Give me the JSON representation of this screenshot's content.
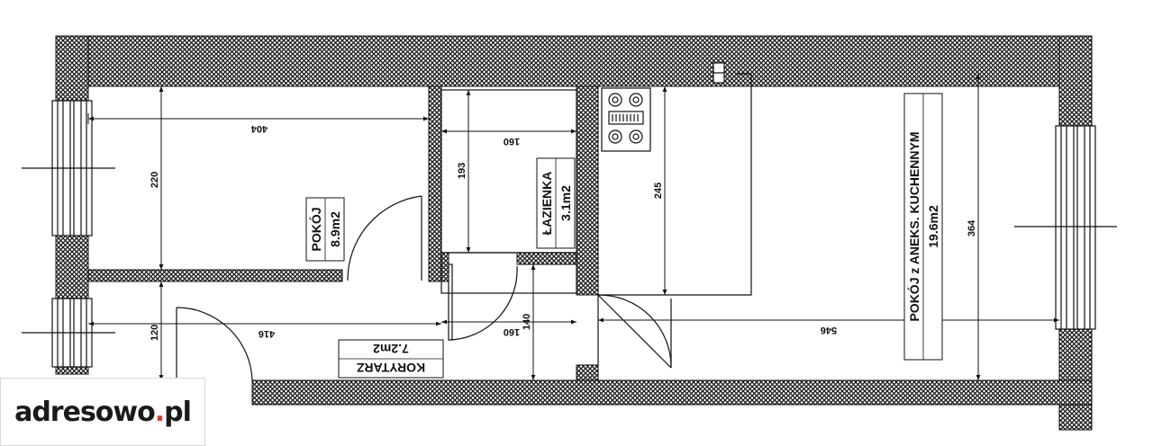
{
  "dimensions": {
    "pokoj_width": "404",
    "pokoj_height": "220",
    "lazienka_width": "160",
    "lazienka_height": "193",
    "kitchen_height": "245",
    "main_room_width": "546",
    "main_room_height": "364",
    "korytarz_width": "416",
    "korytarz_height": "120",
    "passage_width": "160",
    "passage_height": "140"
  },
  "rooms": {
    "pokoj": {
      "name": "POKÓJ",
      "area": "8.9m2"
    },
    "lazienka": {
      "name": "ŁAZIENKA",
      "area": "3.1m2"
    },
    "main": {
      "name": "POKÓJ z ANEKS. KUCHENNYM",
      "area": "19.6m2"
    },
    "korytarz": {
      "name": "KORYTARZ",
      "area": "7.2m2"
    }
  },
  "logo": {
    "brand": "adresowo",
    "dot": ".",
    "tld": "pl"
  },
  "colors": {
    "wall_hatch": "#1a1a1a",
    "logo_accent": "#e8342c"
  }
}
